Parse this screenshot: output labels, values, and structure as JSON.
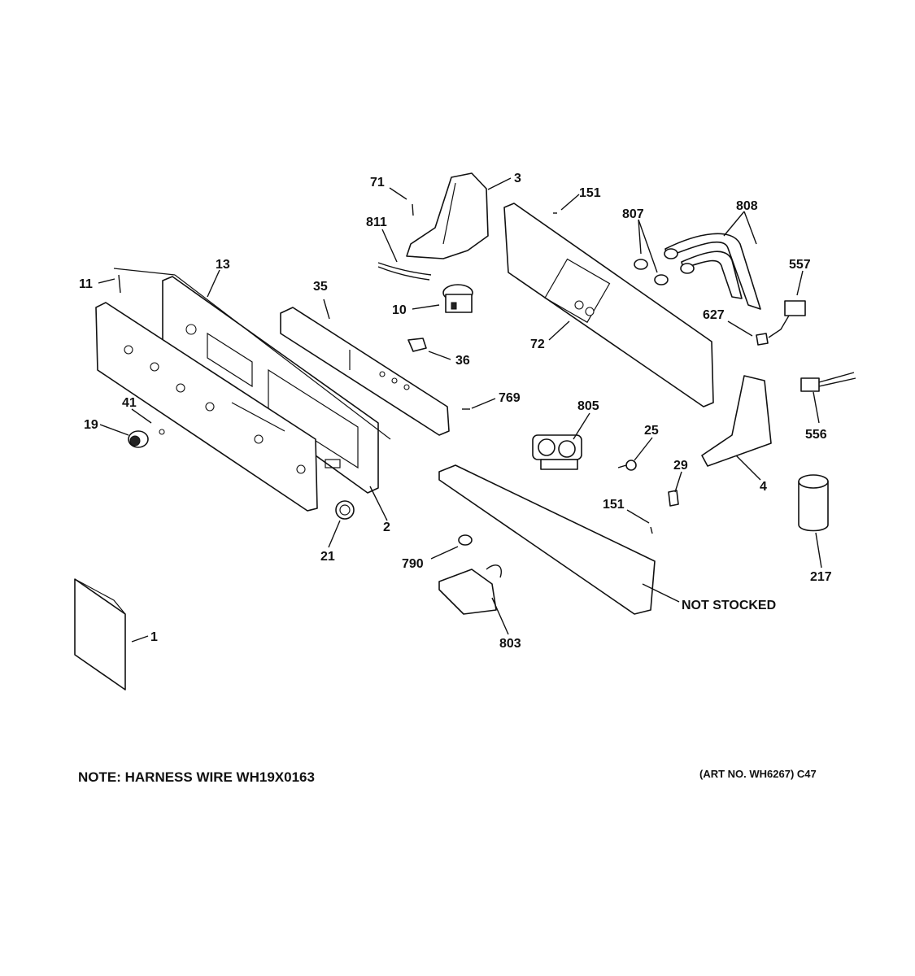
{
  "callouts": {
    "p71": "71",
    "p3": "3",
    "p151a": "151",
    "p807": "807",
    "p808": "808",
    "p811": "811",
    "p557": "557",
    "p11": "11",
    "p13": "13",
    "p35": "35",
    "p10": "10",
    "p627": "627",
    "p72": "72",
    "p36": "36",
    "p769": "769",
    "p805": "805",
    "p25": "25",
    "p41": "41",
    "p19": "19",
    "p556": "556",
    "p29": "29",
    "p4": "4",
    "p151b": "151",
    "p2": "2",
    "p21": "21",
    "p790": "790",
    "p217": "217",
    "p1": "1",
    "p803": "803",
    "not_stocked": "NOT STOCKED"
  },
  "note": "NOTE: HARNESS WIRE WH19X0163",
  "art_no": "(ART NO. WH6267) C47"
}
